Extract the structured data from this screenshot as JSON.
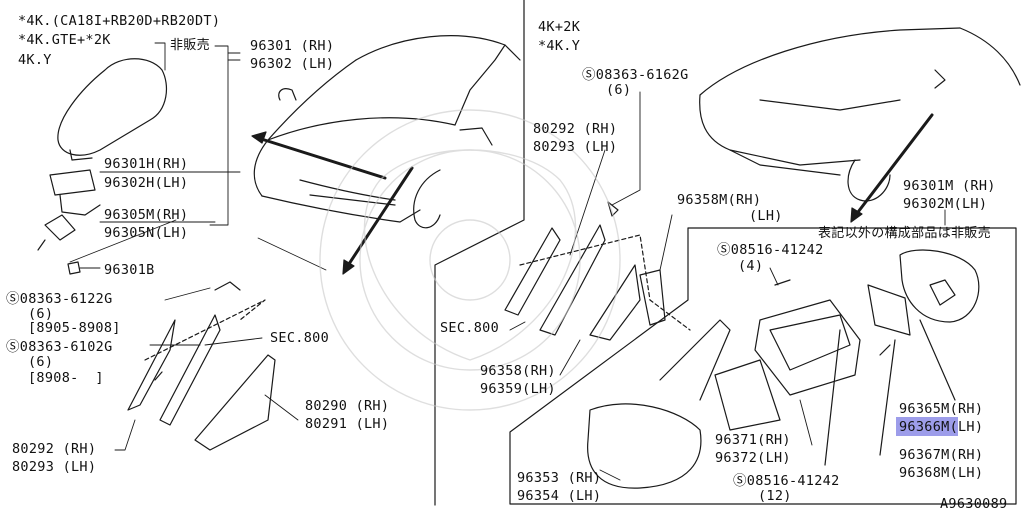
{
  "left_section": {
    "header_lines": [
      "*4K.(CA18I+RB20D+RB20DT)",
      "*4K.GTE+*2K",
      "4K.Y"
    ],
    "not_for_sale": "非販売",
    "parts": {
      "p96301": "96301 (RH)",
      "p96302": "96302 (LH)",
      "p96301H": "96301H(RH)",
      "p96302H": "96302H(LH)",
      "p96305M": "96305M(RH)",
      "p96305N": "96305N(LH)",
      "p96301B": "96301B",
      "bolt1": "Ⓢ08363-6122G",
      "bolt1_qty": "(6)",
      "bolt1_range": "[8905-8908]",
      "bolt2": "Ⓢ08363-6102G",
      "bolt2_qty": "(6)",
      "bolt2_range": "[8908-  ]",
      "sec800": "SEC.800",
      "p80290": "80290 (RH)",
      "p80291": "80291 (LH)",
      "p80292": "80292 (RH)",
      "p80293": "80293 (LH)"
    }
  },
  "right_section": {
    "header_lines": [
      "4K+2K",
      "*4K.Y"
    ],
    "notice": "表記以外の構成部品は非販売",
    "parts": {
      "bolt_top": "Ⓢ08363-6162G",
      "bolt_top_qty": "(6)",
      "p80292": "80292 (RH)",
      "p80293": "80293 (LH)",
      "p96358M": "96358M(RH)",
      "p96359M": "(LH)",
      "p96301M": "96301M (RH)",
      "p96302M": "96302M(LH)",
      "screw1": "Ⓢ08516-41242",
      "screw1_qty": "(4)",
      "sec800": "SEC.800",
      "p96358": "96358(RH)",
      "p96359": "96359(LH)",
      "p96365M": "96365M(RH)",
      "p96366M": "96366M(LH)",
      "p96371": "96371(RH)",
      "p96372": "96372(LH)",
      "p96367M": "96367M(RH)",
      "p96368M": "96368M(LH)",
      "p96353": "96353 (RH)",
      "p96354": "96354 (LH)",
      "screw2": "Ⓢ08516-41242",
      "screw2_qty": "(12)"
    }
  },
  "diagram_id": "A9630089",
  "highlight_color": "#8c8ce6"
}
